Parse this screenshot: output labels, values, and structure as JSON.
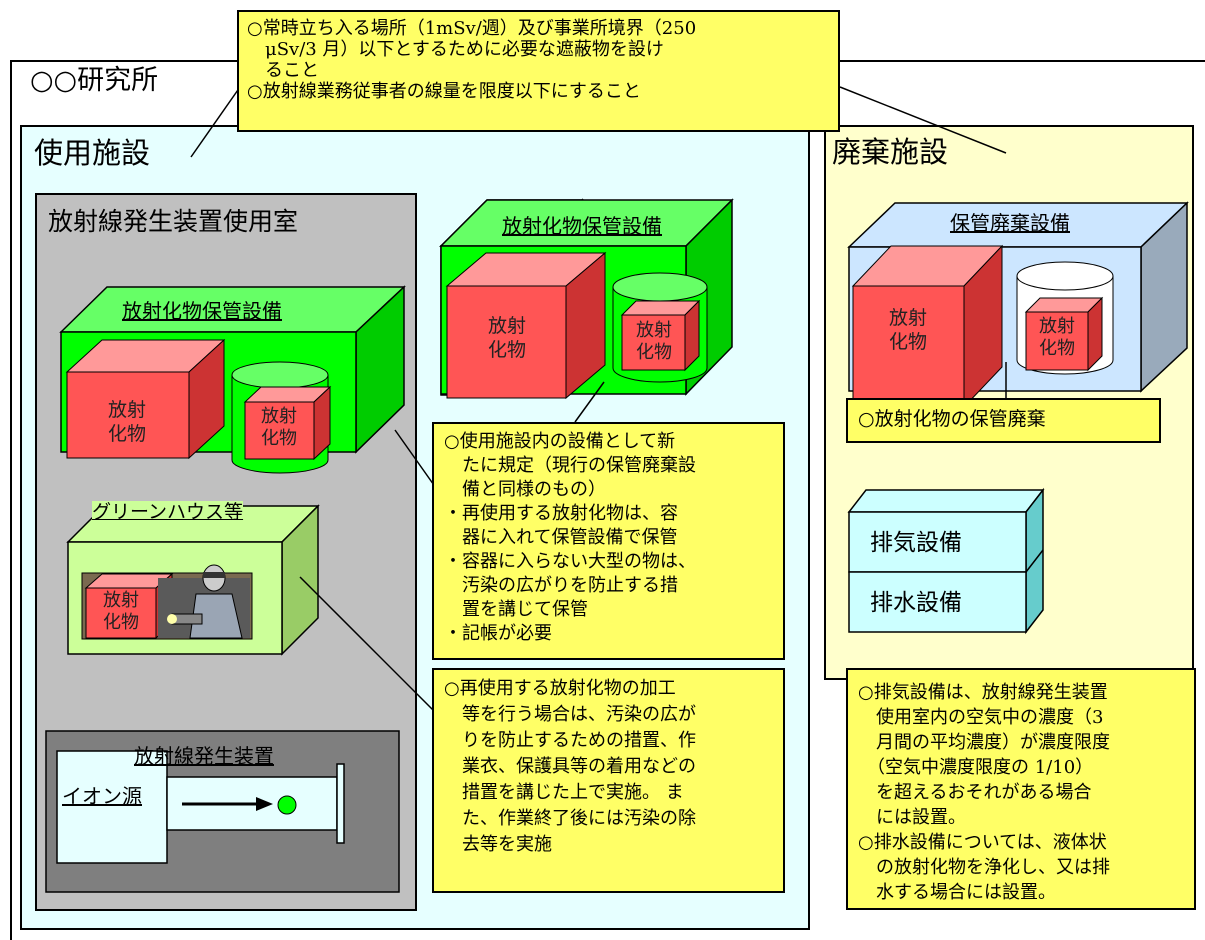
{
  "institute_label": "○○研究所",
  "use_facility": {
    "title": "使用施設",
    "generator_room": {
      "title": "放射線発生装置使用室",
      "storage_box": {
        "label": "放射化物保管設備",
        "item_text": "放射\n化物",
        "small_item_text": "放射\n化物"
      },
      "greenhouse": {
        "label": "グリーンハウス等",
        "item_text": "放射\n化物"
      },
      "generator": {
        "label": "放射線発生装置",
        "ion_source": "イオン源"
      }
    },
    "storage_box_top": {
      "label": "放射化物保管設備",
      "item_text": "放射\n化物",
      "small_item_text": "放射\n化物"
    }
  },
  "disposal_facility": {
    "title": "廃棄施設",
    "storage_disposal": {
      "label": "保管廃棄設備",
      "item_text": "放射\n化物",
      "small_item_text": "放射\n化物"
    },
    "exhaust_label": "排気設備",
    "drain_label": "排水設備"
  },
  "notes": {
    "top": [
      "○常時立ち入る場所（1mSv/週）及び事業所境界（250",
      "　μSv/3 月）以下とするために必要な遮蔽物を設け",
      "　ること",
      "○放射線業務従事者の線量を限度以下にすること"
    ],
    "storage": [
      "○使用施設内の設備として新",
      "　たに規定（現行の保管廃棄設",
      "　備と同様のもの）",
      "・再使用する放射化物は、容",
      "　器に入れて保管設備で保管",
      "・容器に入らない大型の物は、",
      "　汚染の広がりを防止する措",
      "　置を講じて保管",
      "・記帳が必要"
    ],
    "greenhouse": [
      "○再使用する放射化物の加工",
      "　等を行う場合は、汚染の広が",
      "　りを防止するための措置、作",
      "　業衣、保護具等の着用などの",
      "　措置を講じた上で実施。 ま",
      "　た、作業終了後には汚染の除",
      "　去等を実施"
    ],
    "disposal": [
      "○放射化物の保管廃棄"
    ],
    "exhaust": [
      "○排気設備は、放射線発生装置",
      "　使用室内の空気中の濃度（3",
      "　月間の平均濃度）が濃度限度",
      "　（空気中濃度限度の 1/10）",
      "　を超えるおそれがある場合",
      "　には設置。",
      "○排水設備については、液体状",
      "　の放射化物を浄化し、又は排",
      "　水する場合には設置。"
    ]
  }
}
